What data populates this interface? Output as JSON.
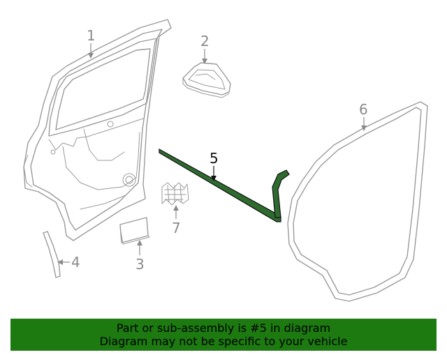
{
  "callouts": {
    "p1": "1",
    "p2": "2",
    "p3": "3",
    "p4": "4",
    "p5": "5",
    "p6": "6",
    "p7": "7"
  },
  "highlight_part": "5",
  "colors": {
    "highlight_fill": "#2e6b2e",
    "banner_bg": "#1c7a10",
    "line_gray": "#9a9a9a"
  },
  "banner": {
    "line1": "Part or sub-assembly is #5 in diagram",
    "line2": "Diagram may not be specific to your vehicle"
  }
}
